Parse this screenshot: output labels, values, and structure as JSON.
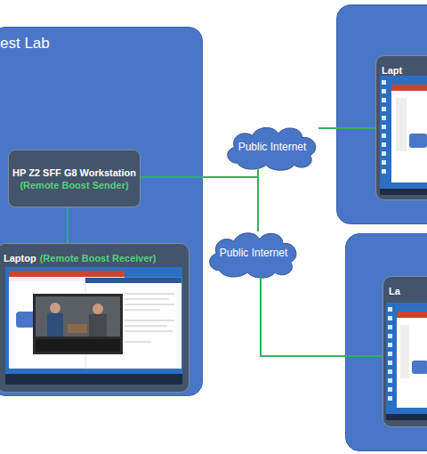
{
  "diagram": {
    "nodes": [
      {
        "text": [
          "est Lab"
        ]
      },
      {
        "text": [
          "HP Z2 SFF G8 Workstation",
          "(Remote Boost Sender)"
        ],
        "in": 0
      },
      {
        "text": [
          "Laptop",
          "(Remote Boost Receiver)"
        ],
        "in": 0
      },
      {
        "text": [
          "Public Internet"
        ]
      },
      {
        "text": [
          "Public Internet"
        ]
      },
      {
        "text": [
          "Lapt"
        ]
      },
      {
        "text": [
          "La"
        ]
      }
    ],
    "edges": [
      {
        "from": 1,
        "to": 2,
        "arrow": "none"
      },
      {
        "from": 1,
        "to": 3,
        "arrow": "none"
      },
      {
        "from": 1,
        "to": 4,
        "arrow": "none"
      },
      {
        "from": 3,
        "to": 5,
        "arrow": "none"
      },
      {
        "from": 4,
        "to": 6,
        "arrow": "none"
      }
    ]
  }
}
